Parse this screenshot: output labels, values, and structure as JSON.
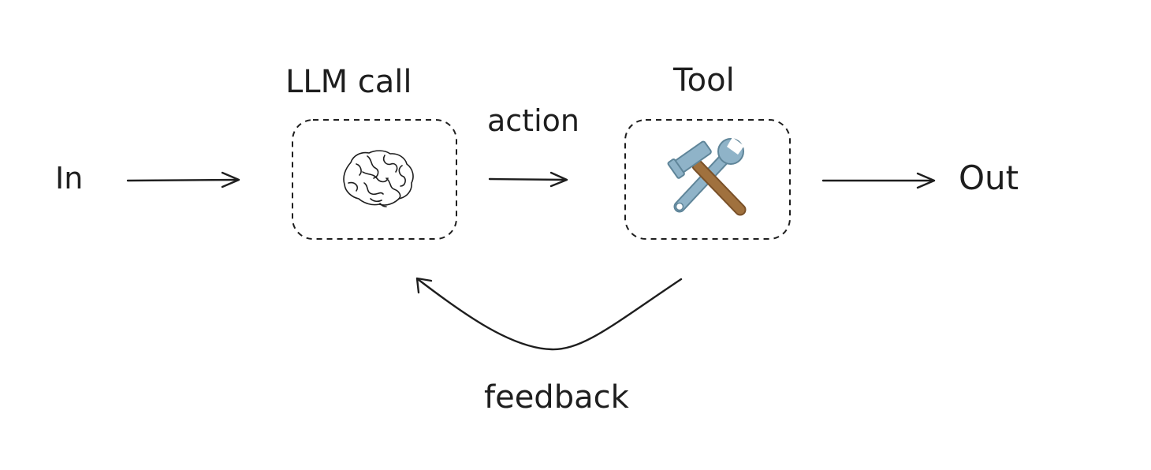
{
  "diagram": {
    "input_label": "In",
    "llm_label": "LLM call",
    "llm_icon": "brain-icon",
    "action_label": "action",
    "tool_label": "Tool",
    "tool_icon": "hammer-and-wrench-icon",
    "output_label": "Out",
    "feedback_label": "feedback"
  },
  "colors": {
    "stroke": "#1e1e1e",
    "background": "#ffffff",
    "metal": "#8fb3c8",
    "metal_dark": "#5f8599",
    "handle": "#a0713e",
    "handle_dark": "#7a5129"
  }
}
